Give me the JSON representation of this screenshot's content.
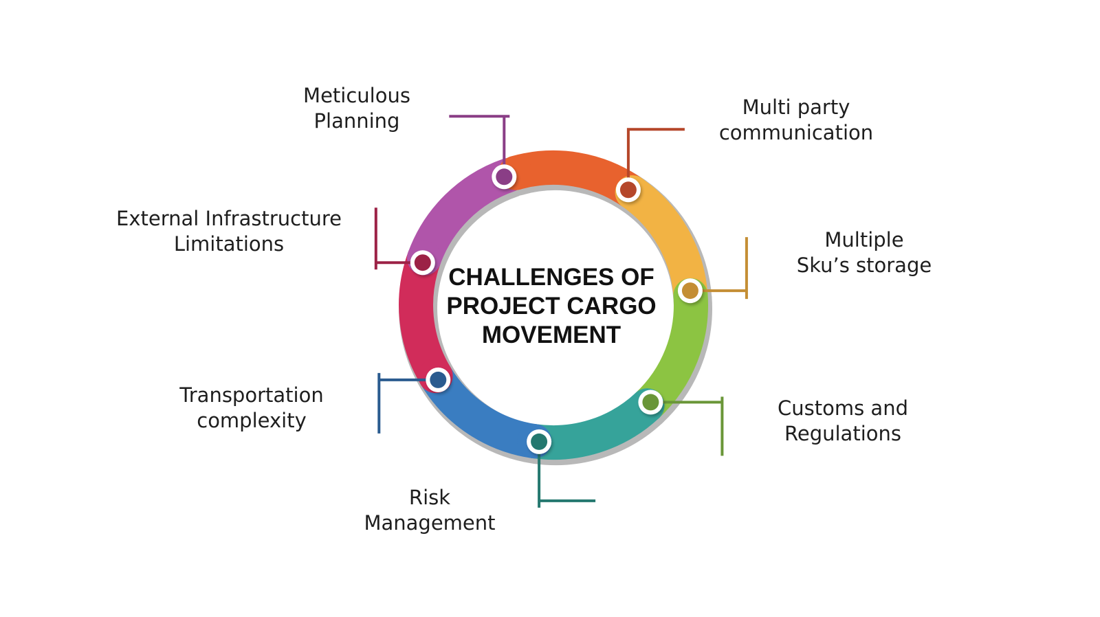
{
  "center": {
    "line1": "CHALLENGES OF",
    "line2": "PROJECT CARGO",
    "line3": "MOVEMENT"
  },
  "segments": [
    {
      "id": "multi-party-communication",
      "lines": [
        "Multi party",
        "communication"
      ],
      "color": "#e8622e",
      "dot": "#b5472a"
    },
    {
      "id": "multiple-skus-storage",
      "lines": [
        "Multiple",
        "Sku’s storage"
      ],
      "color": "#f2b344",
      "dot": "#c48e34"
    },
    {
      "id": "customs-and-regulations",
      "lines": [
        "Customs and",
        "Regulations"
      ],
      "color": "#8cc442",
      "dot": "#6a9638"
    },
    {
      "id": "risk-management",
      "lines": [
        "Risk",
        "Management"
      ],
      "color": "#36a39a",
      "dot": "#24786f"
    },
    {
      "id": "transportation-complexity",
      "lines": [
        "Transportation",
        "complexity"
      ],
      "color": "#3a7dc1",
      "dot": "#2a5b8f"
    },
    {
      "id": "external-infrastructure-limitations",
      "lines": [
        "External Infrastructure",
        "Limitations"
      ],
      "color": "#d12c5a",
      "dot": "#9c2246"
    },
    {
      "id": "meticulous-planning",
      "lines": [
        "Meticulous",
        "Planning"
      ],
      "color": "#b055aa",
      "dot": "#8a3e86"
    }
  ]
}
